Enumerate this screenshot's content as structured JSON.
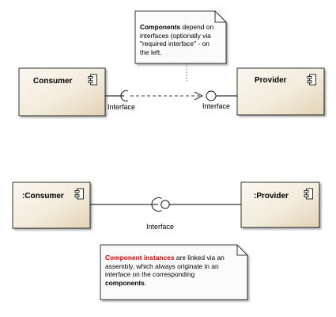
{
  "diagram": {
    "top_row": {
      "consumer": {
        "title": "Consumer",
        "icon": "component-icon"
      },
      "provider": {
        "title": "Provider",
        "icon": "component-icon"
      },
      "required_interface_label": "Interface",
      "provided_interface_label": "Interface",
      "note": {
        "bold_lead": "Components",
        "line_1_rest": " depend on",
        "line_2": "interfaces (optionally via",
        "line_3": "\"required interface\" - on",
        "line_4": "the left."
      }
    },
    "bottom_row": {
      "consumer": {
        "title": ":Consumer",
        "icon": "component-icon"
      },
      "provider": {
        "title": ":Provider",
        "icon": "component-icon"
      },
      "assembly_label": "Interface",
      "note": {
        "red_lead": "Component instances",
        "line_1_rest": " are linked via an",
        "line_2": "assembly, which always originate in an",
        "line_3": "interface on the corresponding",
        "bold_tail": "components",
        "tail_punct": "."
      }
    },
    "colors": {
      "component_fill": "#f3ebdc",
      "component_gradient_dark": "#e2d3b4",
      "note_fill": "#fbfbfb",
      "line": "#000000",
      "highlight": "#cc0000"
    }
  }
}
